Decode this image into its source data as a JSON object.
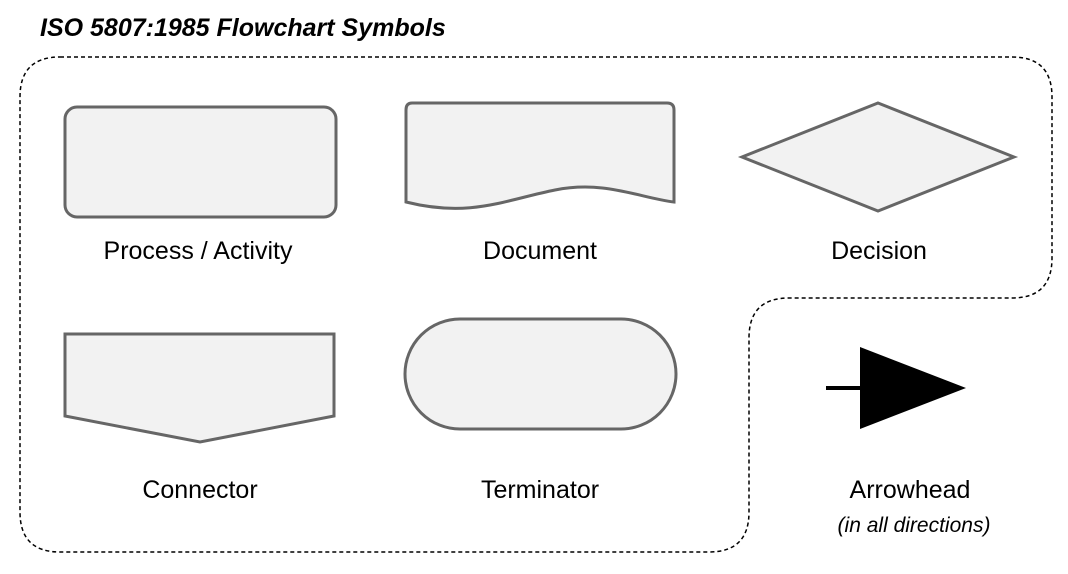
{
  "title": "ISO 5807:1985 Flowchart Symbols",
  "symbols": {
    "process": "Process / Activity",
    "document": "Document",
    "decision": "Decision",
    "connector": "Connector",
    "terminator": "Terminator",
    "arrowhead": "Arrowhead",
    "arrowhead_note": "(in all directions)"
  },
  "colors": {
    "shape_fill": "#f2f2f2",
    "shape_stroke": "#666666",
    "arrow_fill": "#000000",
    "group_border": "#000000"
  }
}
